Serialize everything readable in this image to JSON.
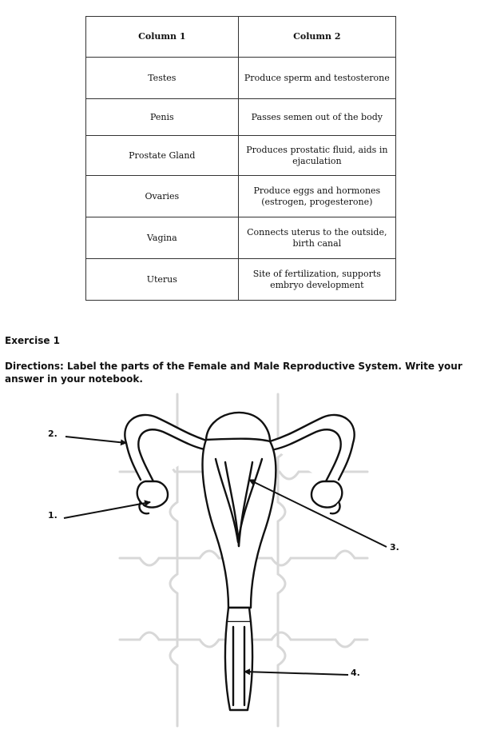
{
  "table": {
    "header": {
      "col1": "Column 1",
      "col2": "Column 2"
    },
    "rows": [
      {
        "part": "Testes",
        "function": "Produce sperm and testosterone"
      },
      {
        "part": "Penis",
        "function": "Passes semen out of the body"
      },
      {
        "part": "Prostate Gland",
        "function": "Produces prostatic fluid, aids in ejaculation"
      },
      {
        "part": "Ovaries",
        "function": "Produce eggs and hormones (estrogen, progesterone)"
      },
      {
        "part": "Vagina",
        "function": "Connects uterus to the outside, birth canal"
      },
      {
        "part": "Uterus",
        "function": "Site of fertilization, supports embryo development"
      }
    ]
  },
  "exercise": {
    "title": "Exercise 1",
    "directions": "Directions: Label the parts of the Female and Male Reproductive System. Write your answer in your notebook."
  },
  "diagram": {
    "labels": {
      "l1": "1.",
      "l2": "2.",
      "l3": "3.",
      "l4": "4."
    }
  }
}
